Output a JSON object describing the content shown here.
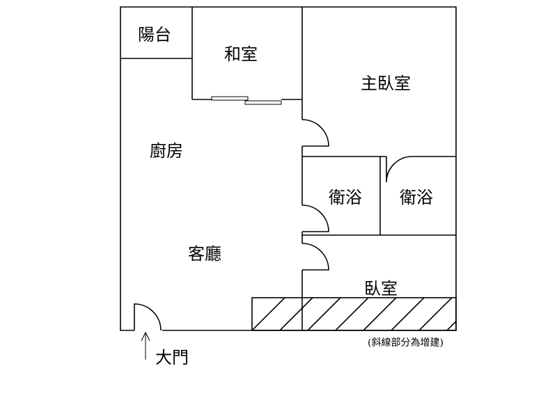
{
  "rooms": {
    "balcony": "陽台",
    "tatami": "和室",
    "master_bedroom": "主臥室",
    "kitchen": "廚房",
    "bath_1": "衛浴",
    "bath_2": "衛浴",
    "living_room": "客廳",
    "bedroom": "臥室"
  },
  "entrance": "大門",
  "note": "(斜線部分為增建)",
  "colors": {
    "line": "#000000",
    "background": "#ffffff"
  }
}
